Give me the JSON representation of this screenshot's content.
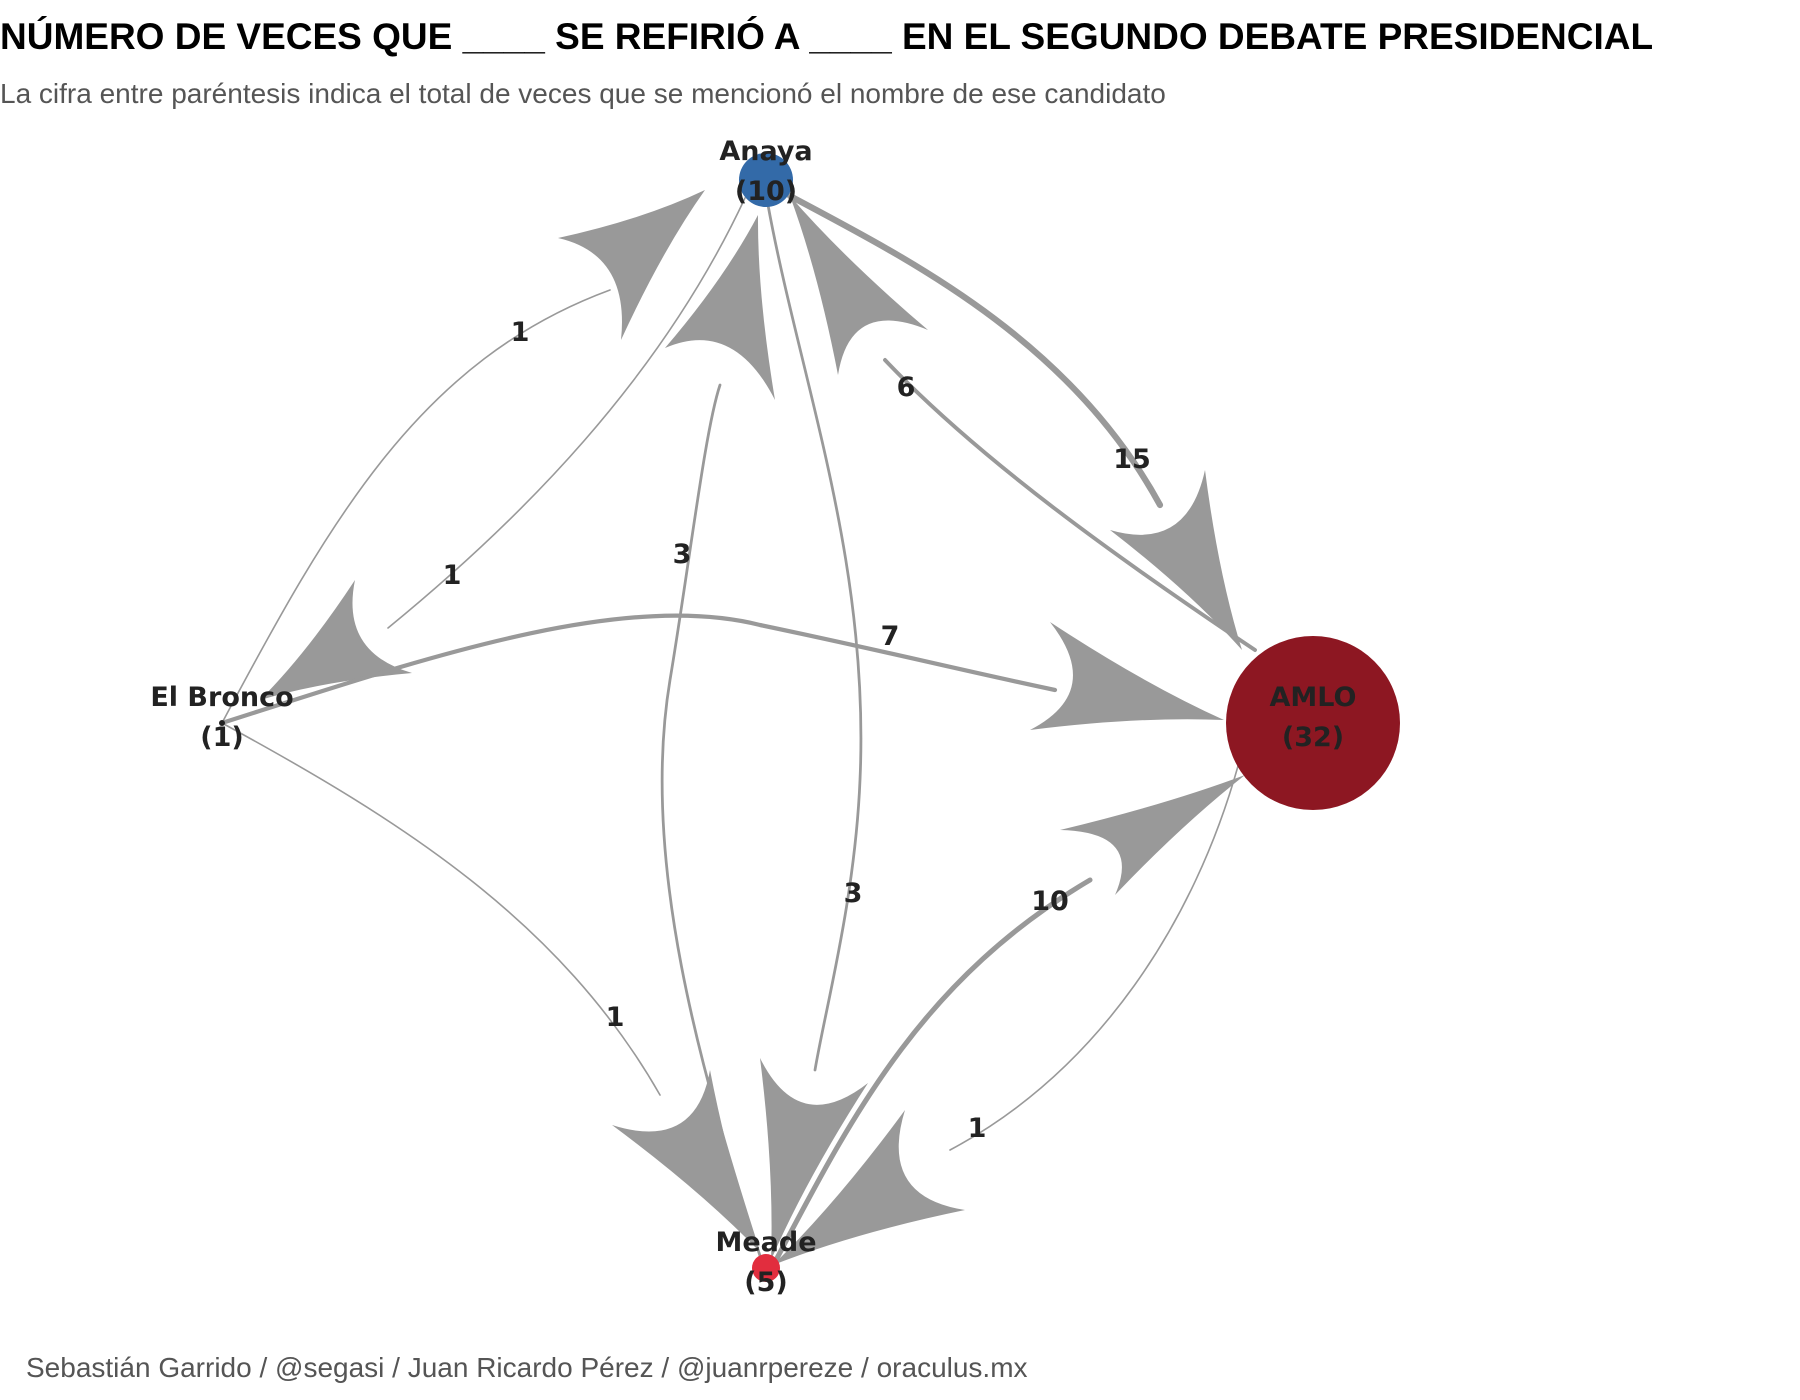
{
  "header": {
    "title": "NÚMERO DE VECES QUE ____ SE REFIRIÓ A ____ EN EL SEGUNDO DEBATE PRESIDENCIAL",
    "subtitle": "La cifra entre paréntesis indica el total de veces que se mencionó el nombre de ese candidato"
  },
  "footer": {
    "caption": "Sebastián Garrido / @segasi / Juan Ricardo Pérez / @juanrpereze / oraculus.mx"
  },
  "nodes": [
    {
      "id": "anaya",
      "name": "Anaya",
      "count_label": "(10)",
      "mentions": 10,
      "color": "#336aa8"
    },
    {
      "id": "amlo",
      "name": "AMLO",
      "count_label": "(32)",
      "mentions": 32,
      "color": "#8d1722"
    },
    {
      "id": "meade",
      "name": "Meade",
      "count_label": "(5)",
      "mentions": 5,
      "color": "#e22d3e"
    },
    {
      "id": "bronco",
      "name": "El Bronco",
      "count_label": "(1)",
      "mentions": 1,
      "color": "#222222"
    }
  ],
  "edges": [
    {
      "from": "bronco",
      "to": "anaya",
      "value": 1,
      "label": "1"
    },
    {
      "from": "anaya",
      "to": "bronco",
      "value": 1,
      "label": "1"
    },
    {
      "from": "bronco",
      "to": "amlo",
      "value": 7,
      "label": "7"
    },
    {
      "from": "bronco",
      "to": "meade",
      "value": 1,
      "label": "1"
    },
    {
      "from": "meade",
      "to": "anaya",
      "value": 3,
      "label": "3"
    },
    {
      "from": "anaya",
      "to": "meade",
      "value": 3,
      "label": "3"
    },
    {
      "from": "amlo",
      "to": "anaya",
      "value": 6,
      "label": "6"
    },
    {
      "from": "anaya",
      "to": "amlo",
      "value": 15,
      "label": "15"
    },
    {
      "from": "meade",
      "to": "amlo",
      "value": 10,
      "label": "10"
    },
    {
      "from": "amlo",
      "to": "meade",
      "value": 1,
      "label": "1"
    }
  ],
  "style": {
    "edge_color": "#999999",
    "label_color": "#222222"
  }
}
